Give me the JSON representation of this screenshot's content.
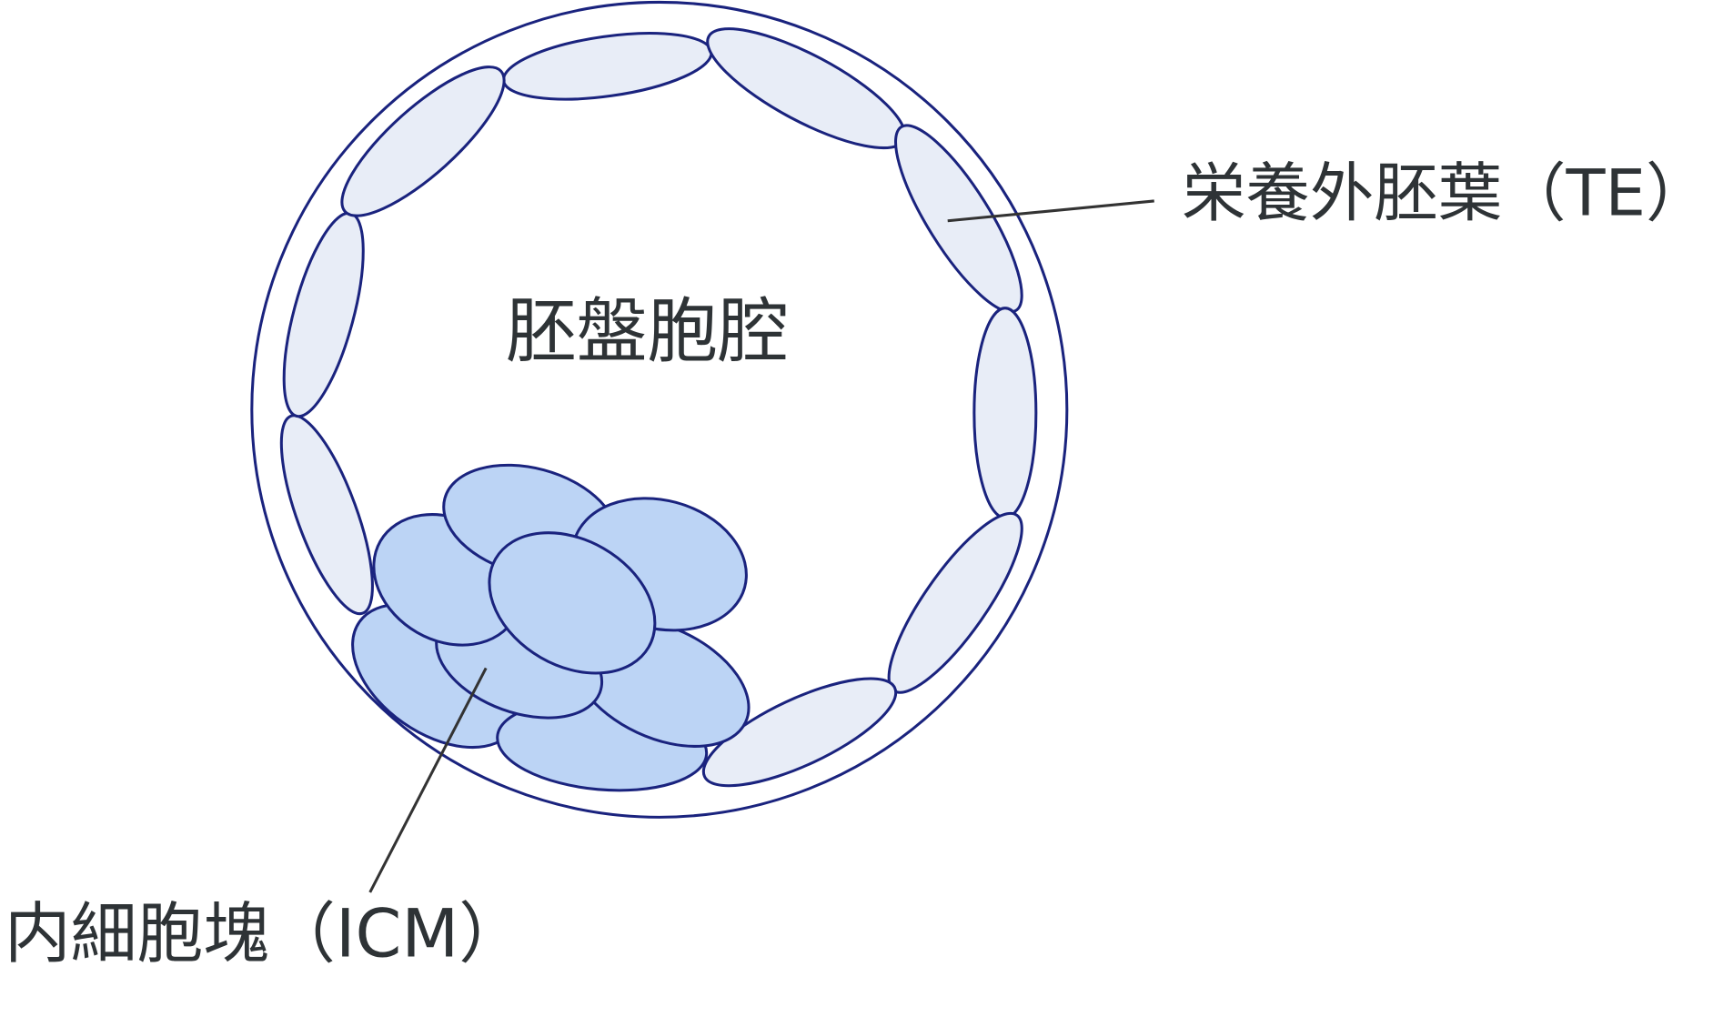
{
  "title": "Blastocyst diagram",
  "labels": {
    "trophectoderm": "栄養外胚葉（TE）",
    "blastocoel": "胚盤胞腔",
    "inner_cell_mass": "内細胞塊（ICM）"
  },
  "colors": {
    "outline": "#1a237e",
    "te_cell_fill": "#e8edf7",
    "icm_cell_fill": "#bcd4f5",
    "text": "#2e3336",
    "leader_line": "#333333"
  }
}
